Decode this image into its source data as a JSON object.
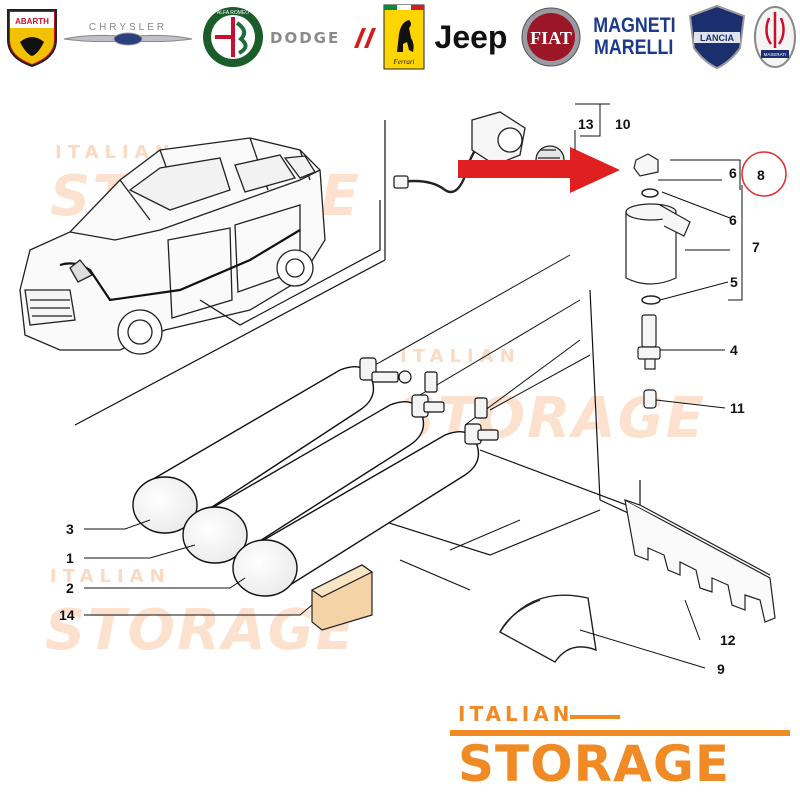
{
  "brands": {
    "abarth": "ABARTH",
    "chrysler": "CHRYSLER",
    "alfa_romeo": "ALFA ROMEO",
    "dodge": "DODGE",
    "ferrari": "Ferrari",
    "jeep": "Jeep",
    "fiat": "FIAT",
    "magneti_marelli_line1": "MAGNETI",
    "magneti_marelli_line2": "MARELLI",
    "lancia": "LANCIA",
    "maserati": "MASERATI"
  },
  "callouts": {
    "p1": "1",
    "p2": "2",
    "p3": "3",
    "p4": "4",
    "p5": "5",
    "p6a": "6",
    "p6b": "6",
    "p7": "7",
    "p8": "8",
    "p9": "9",
    "p10": "10",
    "p11": "11",
    "p12": "12",
    "p13": "13",
    "p14": "14"
  },
  "watermark": {
    "small": "ITALIAN",
    "big": "STORAGE"
  },
  "store_logo": {
    "small": "ITALIAN",
    "big": "STORAGE"
  },
  "colors": {
    "accent": "#f08a24",
    "arrow": "#e02020",
    "highlight_circle": "#e03030"
  }
}
